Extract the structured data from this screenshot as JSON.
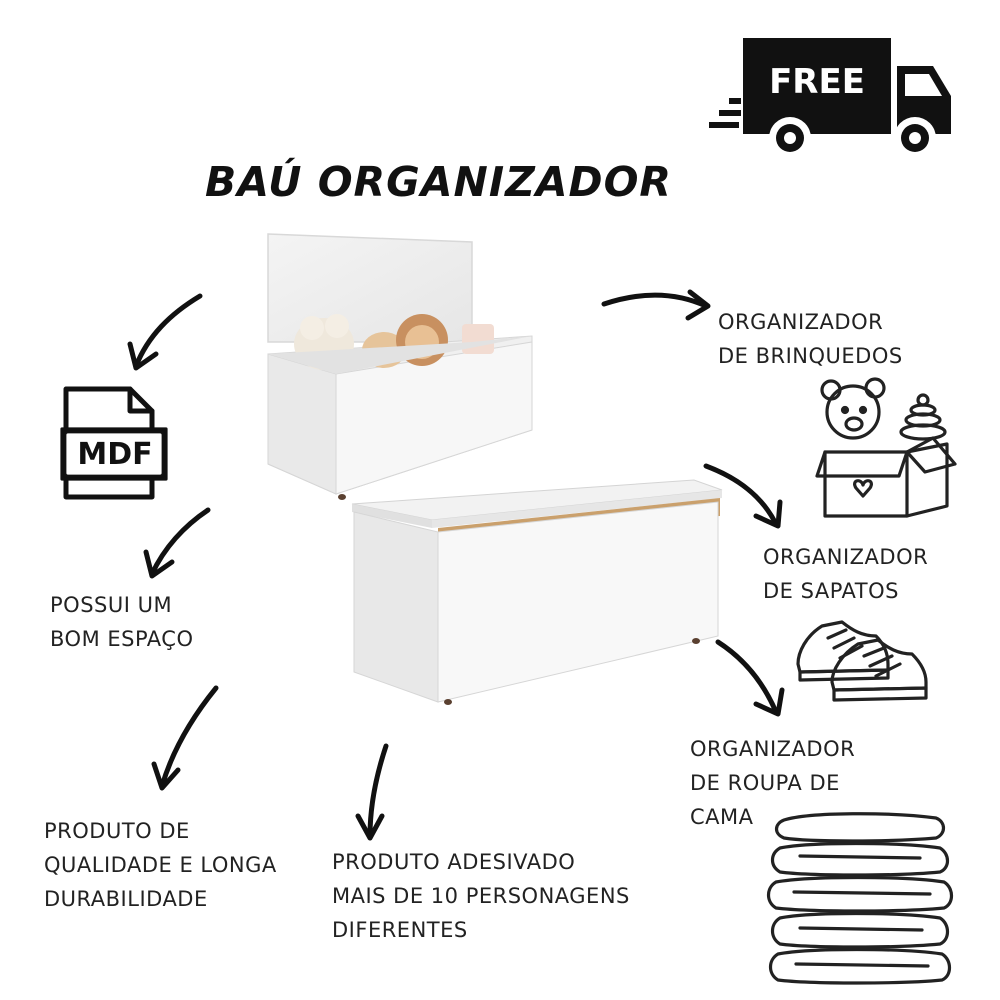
{
  "title": "BAÚ ORGANIZADOR",
  "badge": {
    "free_text": "FREE"
  },
  "mdf_icon": {
    "text": "MDF"
  },
  "features": {
    "space": [
      "POSSUI UM",
      "BOM ESPAÇO"
    ],
    "quality": [
      "PRODUTO DE",
      "QUALIDADE E LONGA",
      "DURABILIDADE"
    ],
    "adhesive": [
      "PRODUTO ADESIVADO",
      "MAIS DE 10 PERSONAGENS",
      "DIFERENTES"
    ]
  },
  "uses": {
    "toys": [
      "ORGANIZADOR",
      "DE BRINQUEDOS"
    ],
    "shoes": [
      "ORGANIZADOR",
      "DE SAPATOS"
    ],
    "bedding": [
      "ORGANIZADOR",
      "DE ROUPA DE",
      "CAMA"
    ]
  },
  "icons": [
    "delivery-truck-icon",
    "mdf-file-icon",
    "toy-box-icon",
    "sneakers-icon",
    "folded-bedding-icon"
  ]
}
